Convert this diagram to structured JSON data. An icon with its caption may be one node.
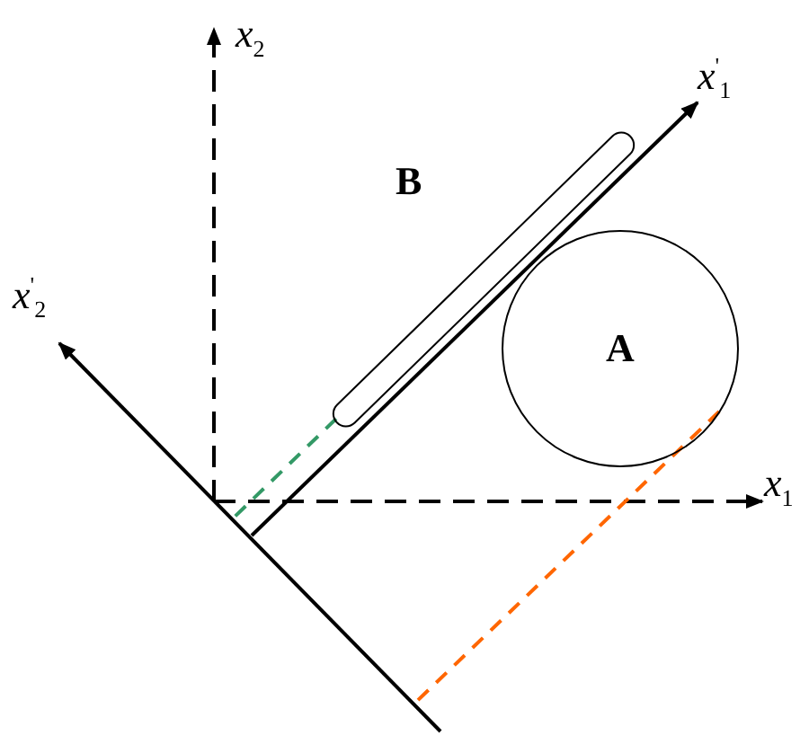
{
  "diagram": {
    "nodes": [
      {
        "text": [
          "A"
        ]
      },
      {
        "text": [],
        "shape": "box"
      }
    ],
    "edges": [
      {
        "from": 1,
        "to": null,
        "arrow": "none",
        "style": "dashed",
        "color": "#339966"
      },
      {
        "from": 0,
        "to": null,
        "arrow": "none",
        "style": "dashed",
        "color": "#ff6600"
      }
    ],
    "labels": [
      "B",
      "*x*$_{2}$",
      "*x*$^{'}$$_{1}$",
      "*x*$^{'}$$_{2}$",
      "*x*$_{1}$"
    ]
  }
}
